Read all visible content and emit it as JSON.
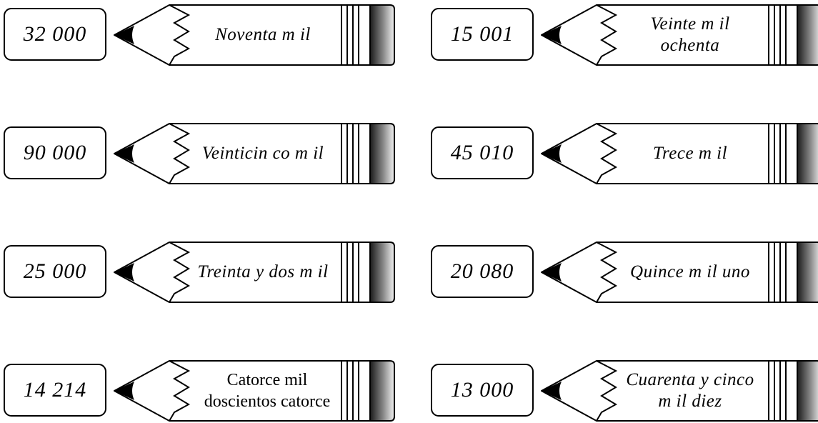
{
  "colors": {
    "stroke": "#000000",
    "eraser_dark": "#1a1a1a",
    "eraser_light": "#f2f2f2"
  },
  "items": [
    {
      "number": "32 000",
      "words": "Noventa m il",
      "style": "italic"
    },
    {
      "number": "15 001",
      "words": "Veinte m il\nochenta",
      "style": "italic"
    },
    {
      "number": "90 000",
      "words": "Veinticin co m il",
      "style": "italic"
    },
    {
      "number": "45 010",
      "words": "Trece m il",
      "style": "italic"
    },
    {
      "number": "25 000",
      "words": "Treinta y dos m il",
      "style": "italic"
    },
    {
      "number": "20 080",
      "words": "Quince m il uno",
      "style": "italic"
    },
    {
      "number": "14 214",
      "words": "Catorce mil\ndoscientos catorce",
      "style": "upright"
    },
    {
      "number": "13 000",
      "words": "Cuarenta y cinco\nm il diez",
      "style": "italic"
    }
  ]
}
